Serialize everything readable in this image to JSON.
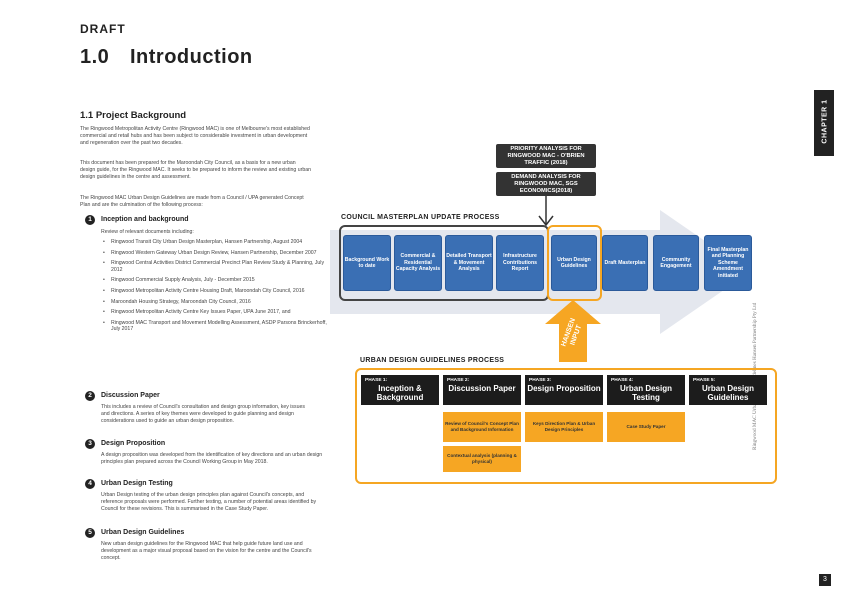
{
  "header": {
    "draft": "DRAFT",
    "section_num": "1.0",
    "section_title": "Introduction"
  },
  "subsection": {
    "title": "1.1  Project Background"
  },
  "intro_paras": [
    "The Ringwood Metropolitan Activity Centre (Ringwood MAC) is one of Melbourne's most established commercial and retail hubs and has been subject to considerable investment in urban development and regeneration over the past two decades.",
    "This document has been prepared for the Maroondah City Council, as a basis for a new urban design guide, for the Ringwood MAC. It seeks to be prepared to inform the review and existing urban design guidelines in the centre and assessment.",
    "The Ringwood MAC Urban Design Guidelines are made from a Council / UPA generated Concept Plan and are the culmination of the following process:"
  ],
  "items": [
    {
      "num": "1",
      "title": "Inception and background",
      "text": "Review of relevant documents including:"
    },
    {
      "num": "2",
      "title": "Discussion Paper",
      "text": "This includes a review of Council's consultation and design group information, key issues and directions. A series of key themes were developed to guide planning and design considerations used to guide an urban design proposition."
    },
    {
      "num": "3",
      "title": "Design Proposition",
      "text": "A design proposition was developed from the identification of key directions and an urban design principles plan prepared across the Council Working Group in May 2018."
    },
    {
      "num": "4",
      "title": "Urban Design Testing",
      "text": "Urban Design testing of the urban design principles plan against Council's concepts, and reference proposals were performed. Further testing, a number of potential areas identified by Council for these revisions. This is summarised in the Case Study Paper."
    },
    {
      "num": "5",
      "title": "Urban Design Guidelines",
      "text": "New urban design guidelines for the Ringwood MAC that help guide future land use and development as a major visual proposal based on the vision for the centre and the Council's concept."
    }
  ],
  "bullets": [
    "Ringwood Transit City Urban Design Masterplan, Hansen Partnership, August 2004",
    "Ringwood Western Gateway Urban Design Review, Hansen Partnership, December 2007",
    "Ringwood Central Activities District Commercial Precinct Plan Review Study & Planning, July 2012",
    "Ringwood Commercial Supply Analysis, July - December 2015",
    "Ringwood Metropolitan Activity Centre Housing Draft, Maroondah City Council, 2016",
    "Maroondah Housing Strategy, Maroondah City Council, 2016",
    "Ringwood Metropolitan Activity Centre Key Issues Paper, UPA June 2017, and",
    "Ringwood MAC Transport and Movement Modelling Assessment, ASDP Parsons Brinckerhoff, July 2017"
  ],
  "chapter": "CHAPTER 1",
  "side_note": "Ringwood MAC Urban Design Guidelines    Hansen Partnership Pty Ltd",
  "page_number": "3",
  "diagram": {
    "priority_box": "PRIORITY ANALYSIS FOR RINGWOOD MAC - O'BRIEN TRAFFIC (2018)",
    "demand_box": "DEMAND ANALYSIS FOR RINGWOOD MAC, SGS ECONOMICS(2018)",
    "council_label": "COUNCIL MASTERPLAN UPDATE PROCESS",
    "stages": [
      "Background Work to date",
      "Commercial & Residential Capacity Analysis",
      "Detailed Transport & Movement Analysis",
      "Infrastructure Contributions Report",
      "Urban Design Guidelines",
      "Draft Masterplan",
      "Community Engagement",
      "Final Masterplan and Planning Scheme Amendment initiated"
    ],
    "hansen_input": "HANSEN INPUT",
    "urban_label": "URBAN DESIGN GUIDELINES PROCESS",
    "phases": [
      {
        "phase": "PHASE 1:",
        "name": "Inception & Background"
      },
      {
        "phase": "PHASE 2:",
        "name": "Discussion Paper"
      },
      {
        "phase": "PHASE 3:",
        "name": "Design Proposition"
      },
      {
        "phase": "PHASE 4:",
        "name": "Urban Design Testing"
      },
      {
        "phase": "PHASE 5:",
        "name": "Urban Design Guidelines"
      }
    ],
    "sub_boxes": [
      "Review of Council's Concept Plan and Background Information",
      "Contextual analysis (planning & physical)",
      "Keys Direction Plan & Urban Design Principles",
      "Case Study Paper"
    ]
  }
}
